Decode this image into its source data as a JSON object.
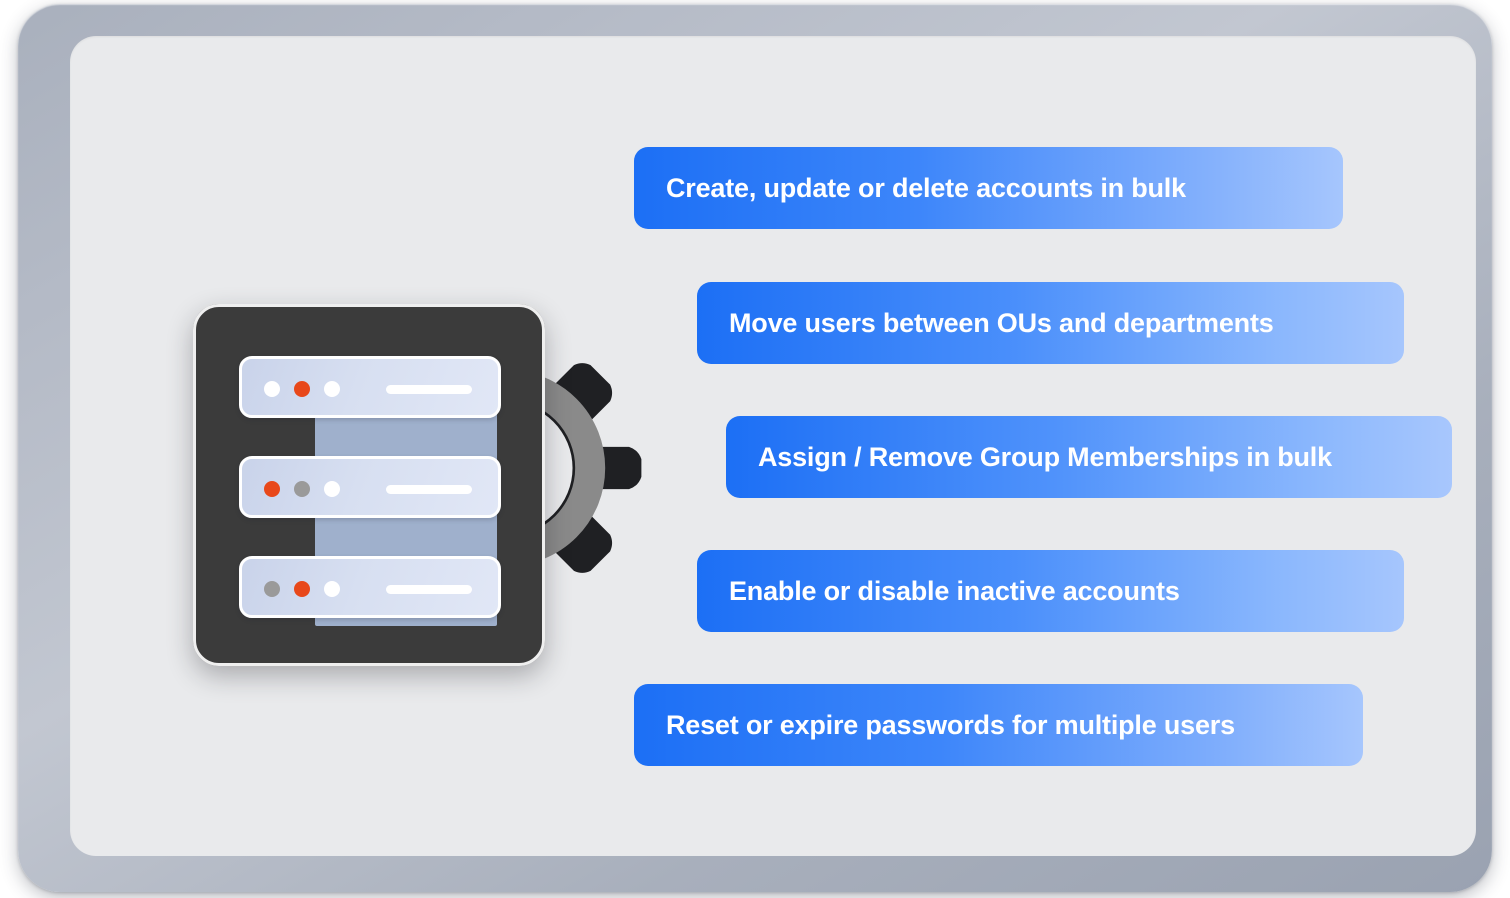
{
  "frame": {
    "bezel_color": "#b0b7c3",
    "screen_background": "#e9eaec"
  },
  "illustration": {
    "name": "server-rack-with-gear",
    "server_box_color": "#3b3b3b",
    "spine_color": "#9fb0cc",
    "gear": {
      "outer_color": "#1f2023",
      "inner_ring_color": "#8a8a8a",
      "teeth": 8
    },
    "rows": [
      {
        "label": "server-row-1",
        "leds": [
          "white",
          "orange",
          "white"
        ],
        "led_colors": {
          "white": "#ffffff",
          "orange": "#e8481a",
          "gray": "#9a9a9a"
        }
      },
      {
        "label": "server-row-2",
        "leds": [
          "orange",
          "gray",
          "white"
        ]
      },
      {
        "label": "server-row-3",
        "leds": [
          "gray",
          "orange",
          "white"
        ]
      }
    ]
  },
  "features": {
    "accent_start": "#1c6ff5",
    "accent_end": "#a6c6fd",
    "text_color": "#ffffff",
    "items": [
      {
        "id": "create-update-delete",
        "label": "Create, update or delete accounts in bulk"
      },
      {
        "id": "move-users-ous",
        "label": "Move users between OUs and departments"
      },
      {
        "id": "group-memberships",
        "label": "Assign / Remove Group Memberships in bulk"
      },
      {
        "id": "enable-disable",
        "label": "Enable or disable inactive accounts"
      },
      {
        "id": "reset-expire-passwords",
        "label": "Reset or expire passwords for multiple users"
      }
    ]
  }
}
